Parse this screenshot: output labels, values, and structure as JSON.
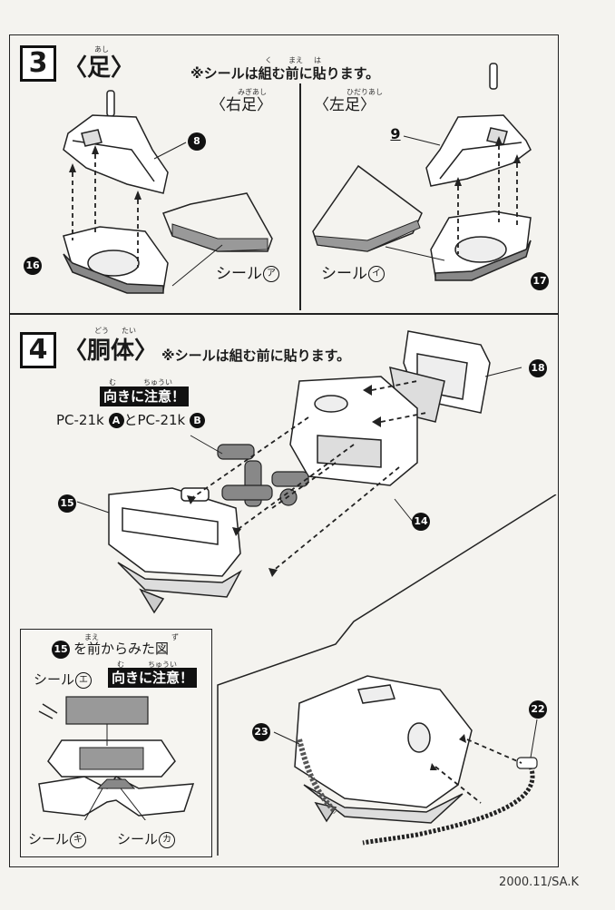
{
  "step3": {
    "number": "3",
    "title": "〈足〉",
    "title_ruby": "あし",
    "note": "※シールは組む前に貼ります。",
    "note_ruby_1": "く",
    "note_ruby_2": "まえ",
    "note_ruby_3": "は",
    "right_leg": "〈右足〉",
    "right_leg_ruby": "みぎあし",
    "left_leg": "〈左足〉",
    "left_leg_ruby": "ひだりあし",
    "seal_a_label": "シール",
    "seal_a_mark": "ア",
    "seal_i_label": "シール",
    "seal_i_mark": "イ",
    "part_8": "8",
    "part_9": "9",
    "part_16": "16",
    "part_17": "17"
  },
  "step4": {
    "number": "4",
    "title": "〈胴体〉",
    "title_ruby_1": "どう",
    "title_ruby_2": "たい",
    "note": "※シールは組む前に貼ります。",
    "warning": "向きに注意！",
    "warning_ruby_1": "む",
    "warning_ruby_2": "ちゅうい",
    "pc_label_1": "PC-21k",
    "pc_mark_a": "A",
    "pc_label_mid": "と",
    "pc_label_2": "PC-21k",
    "pc_mark_b": "B",
    "part_14": "14",
    "part_15": "15",
    "part_18": "18",
    "part_22": "22",
    "part_23": "23"
  },
  "inset": {
    "title_num": "15",
    "title": "を前からみた図",
    "title_ruby_1": "まえ",
    "title_ruby_2": "ず",
    "seal_e_label": "シール",
    "seal_e_mark": "エ",
    "warning": "向きに注意！",
    "warning_ruby_1": "む",
    "warning_ruby_2": "ちゅうい",
    "seal_ki_label": "シール",
    "seal_ki_mark": "キ",
    "seal_ka_label": "シール",
    "seal_ka_mark": "カ"
  },
  "footer": "2000.11/SA.K"
}
